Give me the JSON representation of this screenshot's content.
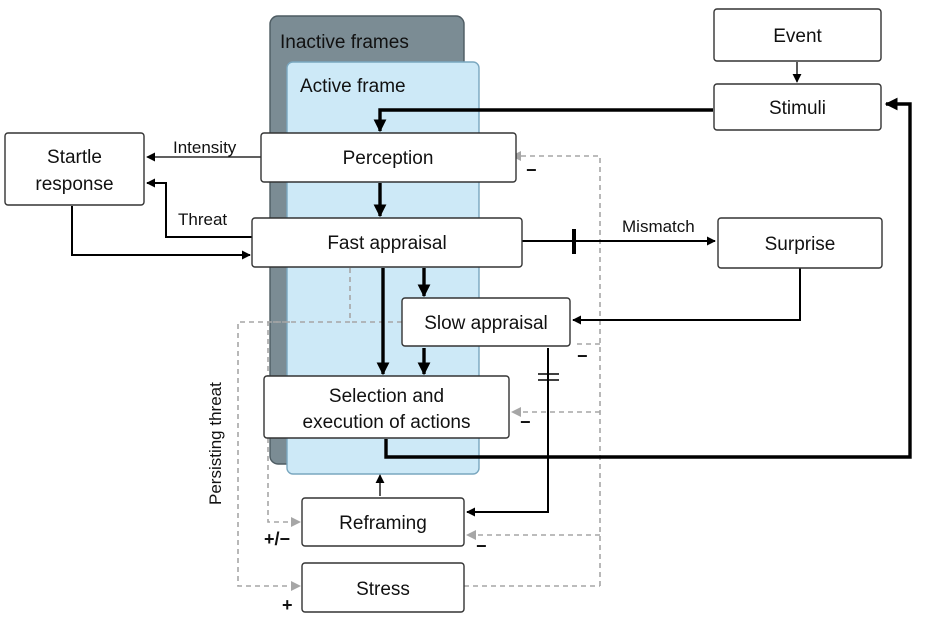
{
  "frames": {
    "inactive_label": "Inactive frames",
    "active_label": "Active frame"
  },
  "nodes": {
    "event": "Event",
    "stimuli": "Stimuli",
    "perception": "Perception",
    "startle_line1": "Startle",
    "startle_line2": "response",
    "fast_appraisal": "Fast appraisal",
    "surprise": "Surprise",
    "slow_appraisal": "Slow appraisal",
    "selection_line1": "Selection and",
    "selection_line2": "execution of actions",
    "reframing": "Reframing",
    "stress": "Stress"
  },
  "edge_labels": {
    "intensity": "Intensity",
    "threat": "Threat",
    "mismatch": "Mismatch",
    "persisting_threat": "Persisting threat"
  },
  "signs": {
    "minus": "−",
    "plus": "+",
    "plus_minus": "+/−"
  },
  "colors": {
    "inactive_frame": "#7b8c94",
    "active_frame": "#cde9f7",
    "inhibitory_dashed": "#a6a6a6"
  }
}
